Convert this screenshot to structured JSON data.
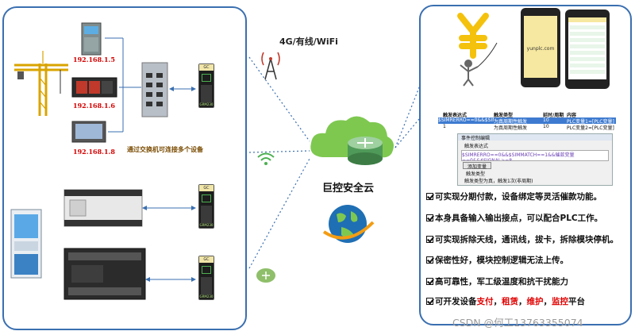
{
  "network_label": "4G/有线/WiFi",
  "cloud_label": "巨控安全云",
  "left_panel": {
    "ips": [
      "192.168.1.5",
      "192.168.1.6",
      "192.168.1.8"
    ],
    "switch_note": "通过交换机可连接多个设备",
    "gc_module": {
      "top": "GC",
      "label": "GRM230"
    }
  },
  "right_panel": {
    "app_domain": "yunplc.com",
    "table": {
      "headers": [
        "触发表达式",
        "触发类型",
        "延时/周期",
        "内容"
      ],
      "rows": [
        [
          "$SIMRERRO==0&&$SIMRE",
          "为真周期性触发",
          "10",
          "PLC变量1=[PLC变量]"
        ],
        [
          "1",
          "为真周期性触发",
          "10",
          "PLC变量2=[PLC变量]"
        ]
      ],
      "dialog": {
        "title": "事件控制编辑",
        "field1_label": "触发表达式",
        "expr": "$SIMRERRO==0&&$SIMMATCH==1&&催款变量==0&&$SIGNAL>=8",
        "add_button": "添加变量",
        "trigger_label": "触发类型",
        "trigger_value": "触发类型为真，触发1次(非周期)"
      }
    },
    "features": [
      {
        "text": "可实现分期付款，设备绑定等灵活催款功能。"
      },
      {
        "text": "本身具备输入输出接点，可以配合PLC工作。"
      },
      {
        "text": "可实现拆除天线，通讯线，拔卡，拆除模块停机。"
      },
      {
        "text": "保密性好，模块控制逻辑无法上传。"
      },
      {
        "text": "高可靠性，军工级温度和抗干扰能力"
      }
    ],
    "dev_line": {
      "prefix": "可开发设备",
      "items": [
        "支付",
        "租赁",
        "维护",
        "监控"
      ],
      "suffix": "平台"
    }
  },
  "watermark": "CSDN @何工13763355074",
  "colors": {
    "panel_border": "#3a6fb0",
    "ip_red": "#d40000",
    "cloud_green": "#7ec850",
    "accent_red": "#e00000"
  }
}
